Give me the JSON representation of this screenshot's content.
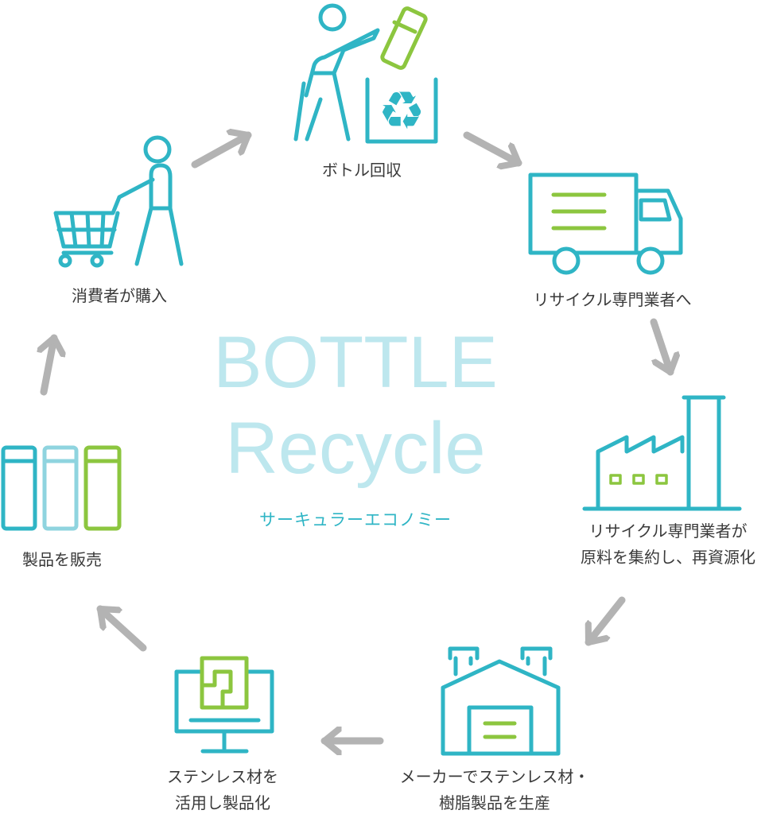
{
  "title": {
    "line1": "BOTTLE",
    "line2": "Recycle",
    "subtitle": "サーキュラーエコノミー"
  },
  "steps": [
    {
      "label": "ボトル回収",
      "icon": "person-throwing-bottle-into-recycle-bin-icon"
    },
    {
      "label": "リサイクル専門業者へ",
      "icon": "truck-icon"
    },
    {
      "line1": "リサイクル専門業者が",
      "line2": "原料を集約し、再資源化",
      "icon": "factory-icon"
    },
    {
      "line1": "メーカーでステンレス材・",
      "line2": "樹脂製品を生産",
      "icon": "warehouse-icon"
    },
    {
      "line1": "ステンレス材を",
      "line2": "活用し製品化",
      "icon": "monitor-design-icon"
    },
    {
      "label": "製品を販売",
      "icon": "bottles-icon"
    },
    {
      "label": "消費者が購入",
      "icon": "shopper-with-cart-icon"
    }
  ],
  "colors": {
    "teal": "#2fb5c5",
    "light_teal": "#8fd4df",
    "green": "#8cc63f",
    "arrow": "#b3b3b3",
    "title": "#bde7ee",
    "text": "#3a3a3a"
  },
  "recycle_glyph": "♻"
}
